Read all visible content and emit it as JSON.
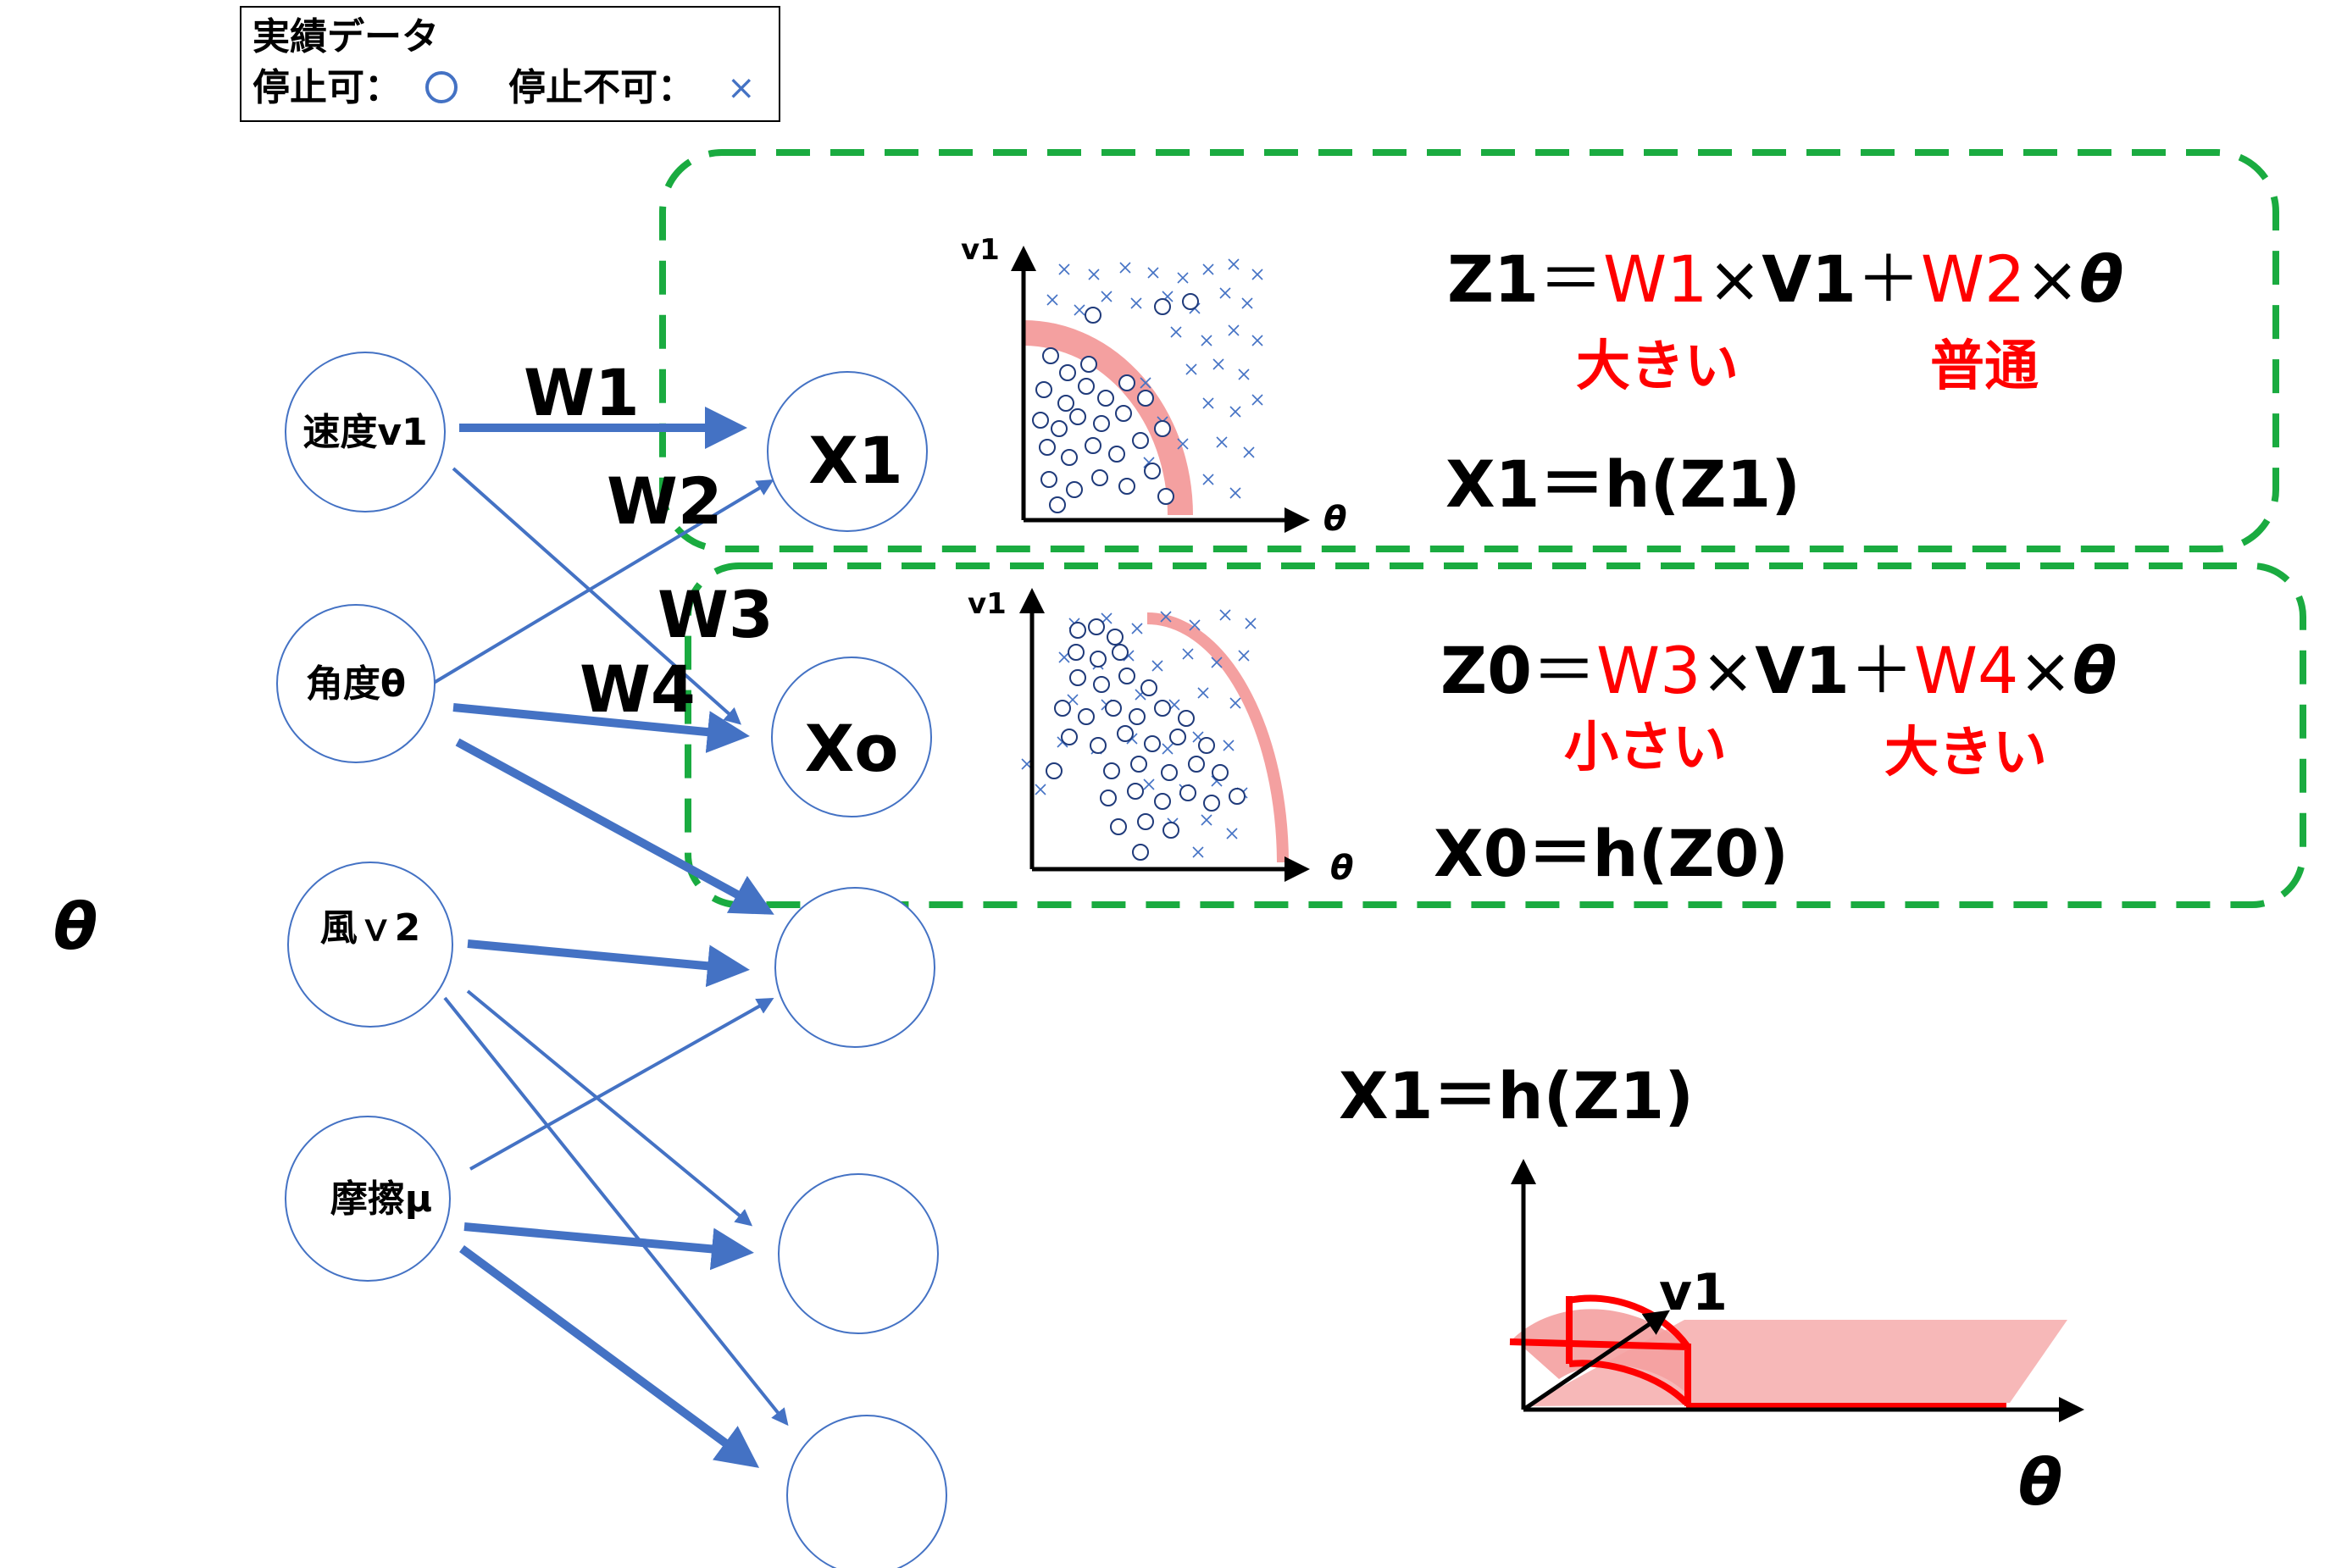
{
  "legend": {
    "title": "実績データ",
    "stop_ok_label": "停止可：",
    "stop_ng_label": "停止不可：",
    "stop_ok_marker": "○",
    "stop_ng_marker": "×"
  },
  "side_label": "θ",
  "inputs": [
    {
      "label": "速度v1"
    },
    {
      "label": "角度θ"
    },
    {
      "label": "風ｖ2"
    },
    {
      "label": "摩擦μ"
    }
  ],
  "weights": [
    "W1",
    "W2",
    "W3",
    "W4"
  ],
  "hidden": [
    {
      "label": "X1"
    },
    {
      "label": "Xo"
    },
    {
      "label": ""
    },
    {
      "label": ""
    },
    {
      "label": ""
    }
  ],
  "panel1": {
    "y_axis": "v1",
    "x_axis": "θ",
    "eq_z": {
      "lhs": "Z1",
      "eq": "＝",
      "w_a": "W1",
      "times1": "×",
      "var1": "V1",
      "plus": "＋",
      "w_b": "W2",
      "times2": "×",
      "var2": "θ"
    },
    "note_a": "大きい",
    "note_b": "普通",
    "eq_x": "X1＝h(Z1)"
  },
  "panel2": {
    "y_axis": "v1",
    "x_axis": "θ",
    "eq_z": {
      "lhs": "Z0",
      "eq": "＝",
      "w_a": "W3",
      "times1": "×",
      "var1": "V1",
      "plus": "＋",
      "w_b": "W4",
      "times2": "×",
      "var2": "θ"
    },
    "note_a": "小さい",
    "note_b": "大きい",
    "eq_x": "X0＝h(Z0)"
  },
  "surface": {
    "eq": "X1＝h(Z1)",
    "axis_v": "v1",
    "axis_theta": "θ"
  },
  "colors": {
    "arrow": "#4472c4",
    "panel_border": "#1aab40",
    "emphasis": "#ff0000",
    "band": "#f4a0a0",
    "marker": "#4472c4"
  }
}
